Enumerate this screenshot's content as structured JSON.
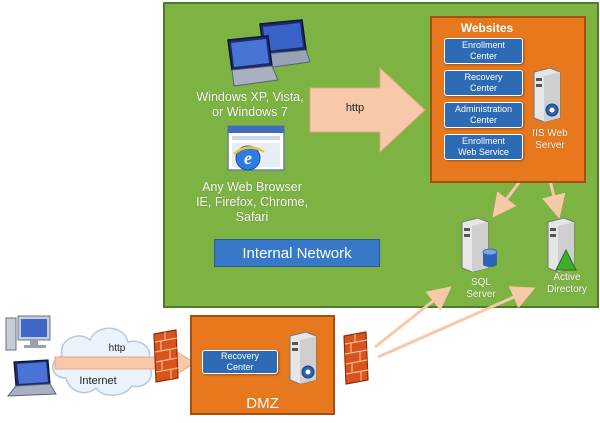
{
  "internal_network": {
    "label": "Internal Network",
    "client_os": "Windows XP, Vista,\nor Windows 7",
    "browser_desc": "Any Web Browser\nIE, Firefox, Chrome,\nSafari",
    "http_label": "http"
  },
  "websites": {
    "title": "Websites",
    "items": [
      {
        "label": "Enrollment\nCenter"
      },
      {
        "label": "Recovery\nCenter"
      },
      {
        "label": "Administration\nCenter"
      },
      {
        "label": "Enrollment\nWeb Service"
      }
    ],
    "server_label": "IIS Web\nServer"
  },
  "servers": {
    "sql_label": "SQL\nServer",
    "ad_label": "Active\nDirectory"
  },
  "external": {
    "cloud_label": "Internet",
    "http_label": "http"
  },
  "dmz": {
    "title": "DMZ",
    "item_label": "Recovery\nCenter"
  },
  "colors": {
    "internal_network": "#7cb342",
    "panel_orange": "#e8781d",
    "button_blue": "#2e6bb5",
    "arrow_peach": "#f8c9a8"
  }
}
